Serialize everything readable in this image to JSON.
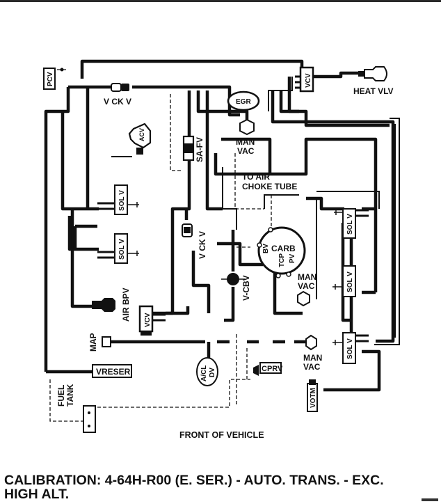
{
  "labels": {
    "pcv": "PCV",
    "vcv_top": "VCV",
    "heat_vlv": "HEAT VLV",
    "vck_v_top": "V CK V",
    "egr": "EGR",
    "acv": "ACV",
    "sa_fv": "SA-FV",
    "man_vac_1": [
      "MAN",
      "VAC"
    ],
    "to_air_choke": [
      "TO AIR",
      "CHOKE TUBE"
    ],
    "sol_v_1": "SOL V",
    "sol_v_2": "SOL V",
    "sol_v_3": "SOL V",
    "sol_v_4": "SOL V",
    "sol_v_5": "SOL V",
    "vck_v_mid": "V CK V",
    "carb": "CARB",
    "bv": "BV",
    "tcp": "TCP",
    "pv": "PV",
    "man_vac_2": [
      "MAN",
      "VAC"
    ],
    "air_bpv": "AIR BPV",
    "v_cbv": "V-CBV",
    "vcv_bottom": "VCV",
    "map": "MAP",
    "vreser": "VRESER",
    "acl_dv": [
      "A/CL",
      "DV"
    ],
    "cprv": "CPRV",
    "man_vac_3": [
      "MAN",
      "VAC"
    ],
    "fuel_tank": [
      "FUEL",
      "TANK"
    ],
    "votm": "VOTM",
    "front_of_vehicle": "FRONT OF VEHICLE"
  },
  "caption": {
    "line1": "CALIBRATION: 4-64H-R00 (E. SER.) - AUTO. TRANS. - EXC.",
    "line2": "HIGH ALT."
  },
  "colors": {
    "line": "#111111",
    "background": "#ffffff"
  }
}
